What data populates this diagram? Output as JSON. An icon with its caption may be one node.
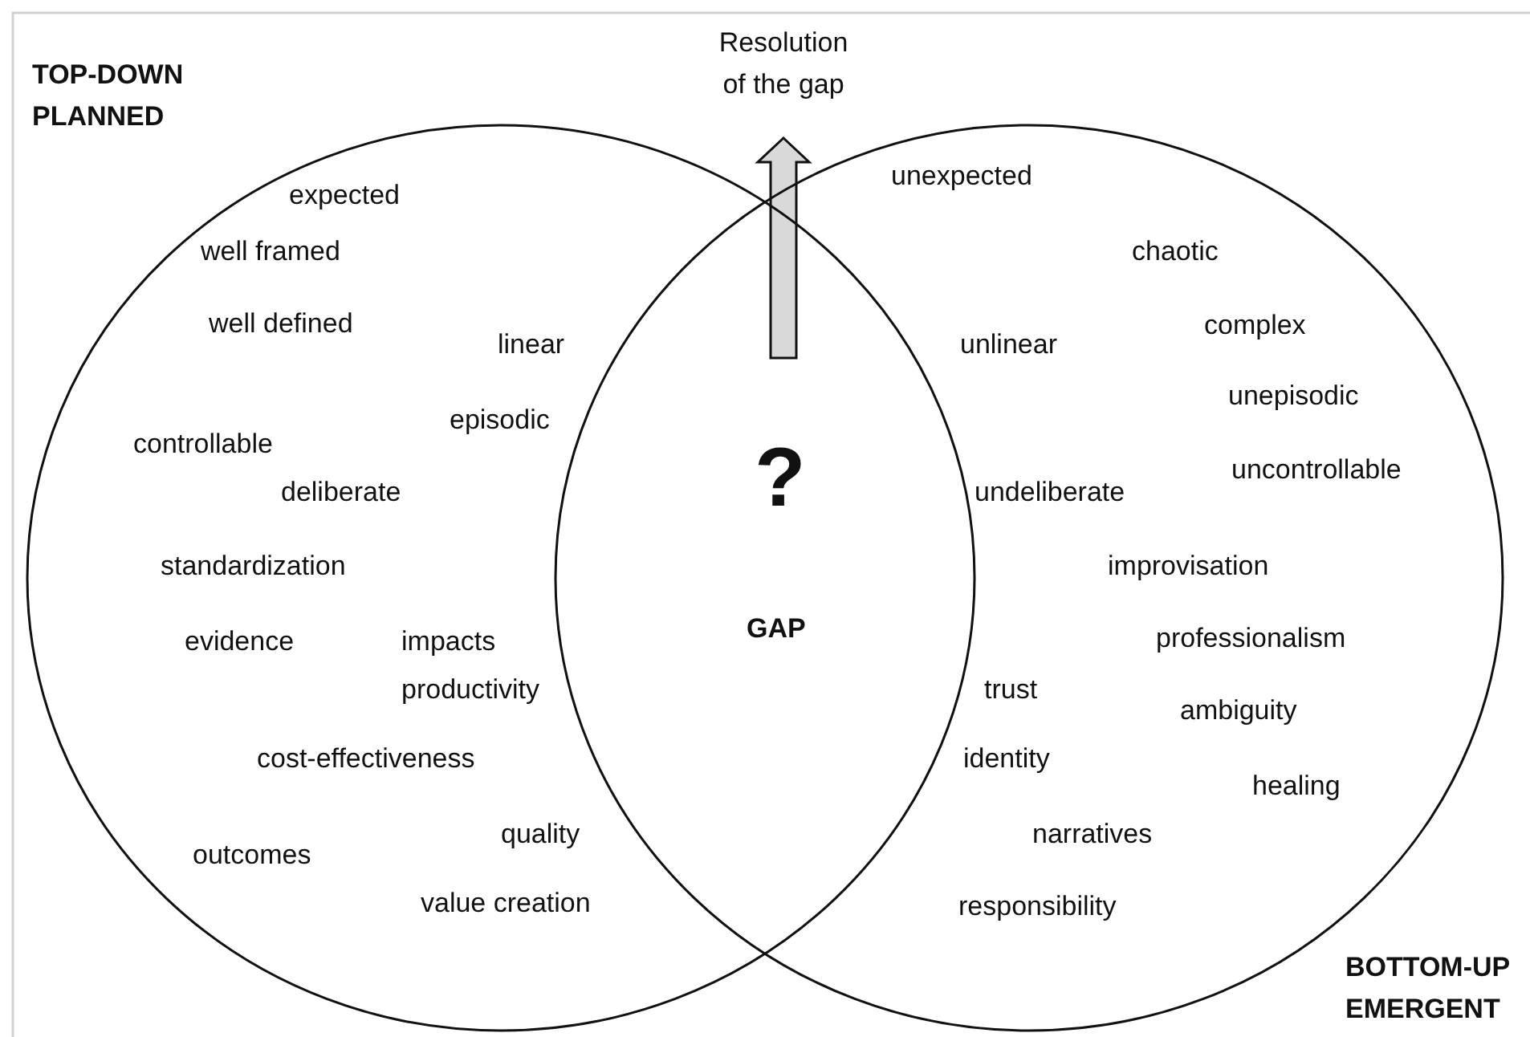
{
  "diagram": {
    "nodes": [
      {
        "text": [
          "TOP-DOWN PLANNED",
          "expected",
          "well framed",
          "well defined",
          "linear",
          "episodic",
          "controllable",
          "deliberate",
          "standardization",
          "evidence",
          "impacts",
          "productivity",
          "cost-effectiveness",
          "quality",
          "outcomes",
          "value creation"
        ]
      },
      {
        "text": [
          "BOTTOM-UP EMERGENT",
          "unexpected",
          "chaotic",
          "complex",
          "unlinear",
          "unepisodic",
          "uncontrollable",
          "undeliberate",
          "improvisation",
          "professionalism",
          "trust",
          "ambiguity",
          "identity",
          "healing",
          "narratives",
          "responsibility"
        ]
      },
      {
        "text": [
          "Resolution of the gap"
        ]
      }
    ],
    "edges": [
      {
        "from": null,
        "to": 2,
        "arrow": "to",
        "style": "thick"
      }
    ],
    "labels": [
      "?",
      "GAP"
    ]
  }
}
